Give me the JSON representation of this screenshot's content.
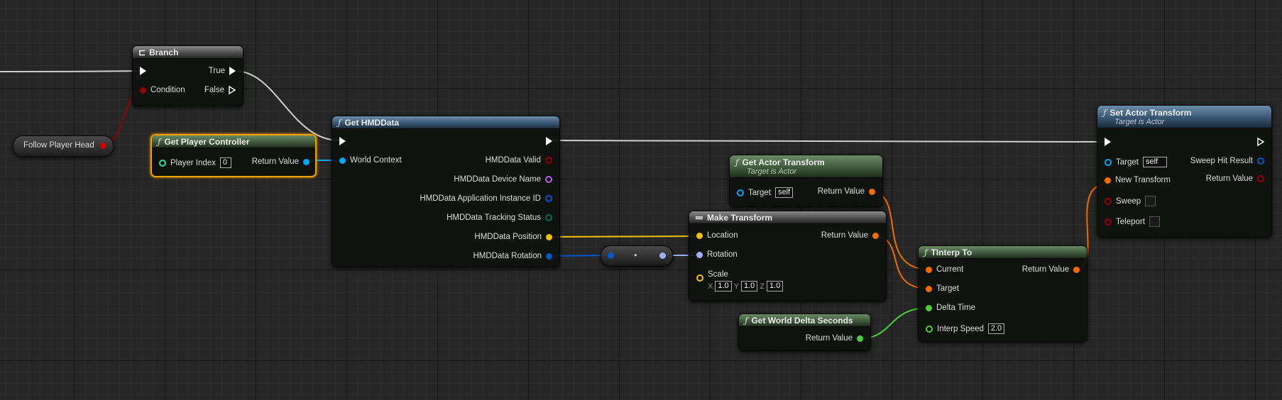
{
  "variable_node": {
    "label": "Follow Player Head"
  },
  "branch": {
    "title": "Branch",
    "true_label": "True",
    "false_label": "False",
    "condition_label": "Condition"
  },
  "get_player_controller": {
    "title": "Get Player Controller",
    "player_index_label": "Player Index",
    "player_index_value": "0",
    "return_label": "Return Value"
  },
  "get_hmd_data": {
    "title": "Get HMDData",
    "world_context_label": "World Context",
    "outputs": [
      "HMDData Valid",
      "HMDData Device Name",
      "HMDData Application Instance ID",
      "HMDData Tracking Status",
      "HMDData Position",
      "HMDData Rotation"
    ]
  },
  "reroute": {
    "glyph": "•"
  },
  "get_actor_transform": {
    "title": "Get Actor Transform",
    "subtitle": "Target is Actor",
    "target_label": "Target",
    "target_value": "self",
    "return_label": "Return Value"
  },
  "make_transform": {
    "title": "Make Transform",
    "location_label": "Location",
    "rotation_label": "Rotation",
    "scale_label": "Scale",
    "return_label": "Return Value",
    "scale_x_label": "X",
    "scale_x": "1.0",
    "scale_y_label": "Y",
    "scale_y": "1.0",
    "scale_z_label": "Z",
    "scale_z": "1.0"
  },
  "get_world_delta_seconds": {
    "title": "Get World Delta Seconds",
    "return_label": "Return Value"
  },
  "tinterp_to": {
    "title": "TInterp To",
    "current_label": "Current",
    "target_label": "Target",
    "delta_time_label": "Delta Time",
    "interp_speed_label": "Interp Speed",
    "interp_speed_value": "2.0",
    "return_label": "Return Value"
  },
  "set_actor_transform": {
    "title": "Set Actor Transform",
    "subtitle": "Target is Actor",
    "target_label": "Target",
    "target_value": "self",
    "new_transform_label": "New Transform",
    "sweep_label": "Sweep",
    "teleport_label": "Teleport",
    "sweep_hit_result_label": "Sweep Hit Result",
    "return_label": "Return Value"
  },
  "pin_colors": {
    "exec": "#ffffff",
    "bool": "#950000",
    "object": "#00a8f3",
    "name": "#b55cf0",
    "struct": "#0058c8",
    "enum": "#0c6e56",
    "vector": "#f5c000",
    "rotator": "#9eb0f9",
    "transform": "#f06b00",
    "float": "#49cf3a"
  }
}
